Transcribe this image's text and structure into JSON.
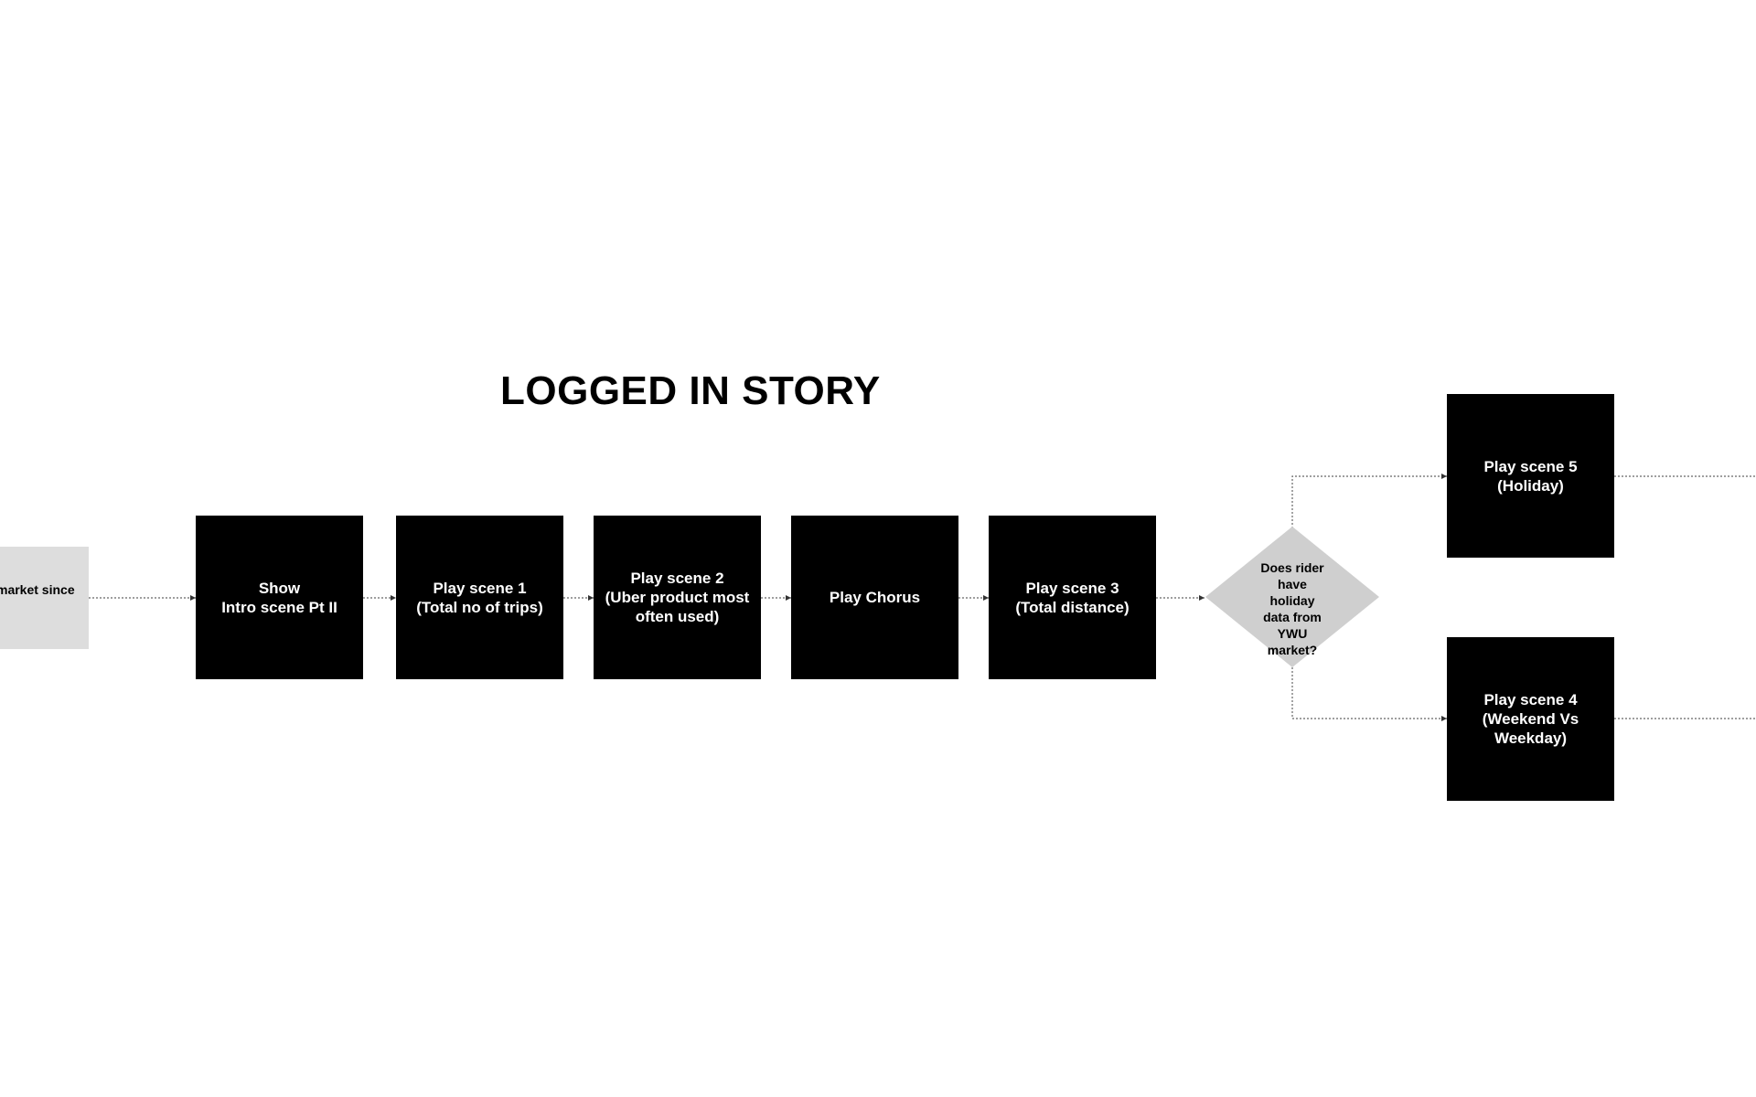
{
  "title": "LOGGED IN STORY",
  "colors": {
    "box": "#000000",
    "box_text": "#ffffff",
    "partial_box": "#dddddd",
    "decision": "#cfcfcf",
    "connector": "#555555"
  },
  "nodes": {
    "partial": "market since\n.",
    "intro": "Show\nIntro scene Pt II",
    "scene1": "Play scene 1\n(Total no of trips)",
    "scene2": "Play scene 2\n(Uber product most\noften used)",
    "chorus": "Play Chorus",
    "scene3": "Play scene 3\n(Total distance)",
    "decision": "Does rider\nhave\nholiday\ndata from\nYWU\nmarket?",
    "scene5": "Play scene 5\n(Holiday)",
    "scene4": "Play scene 4\n(Weekend Vs\nWeekday)"
  }
}
